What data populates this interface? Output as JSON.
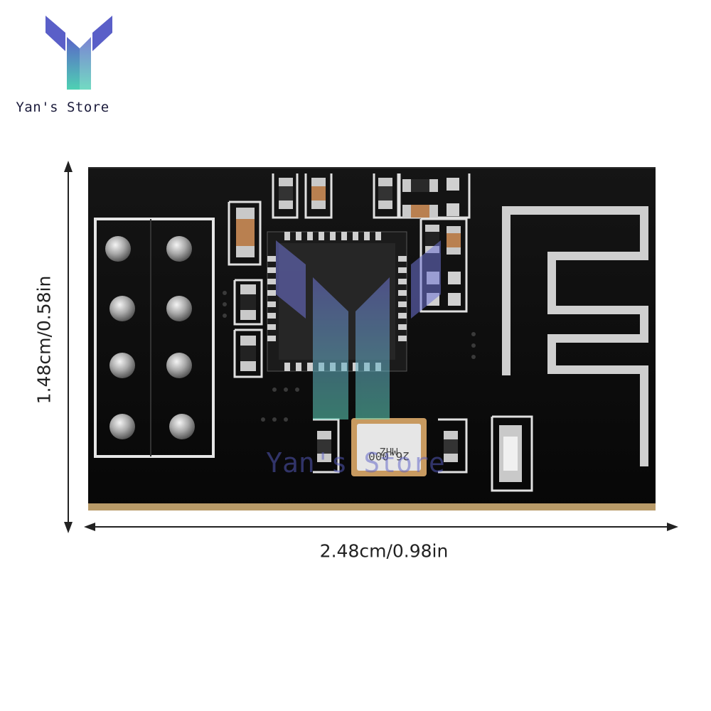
{
  "brand": {
    "store_name": "Yan's Store",
    "logo_icon": "y-logo-icon",
    "colors": {
      "logo_top": "#5a5fc8",
      "logo_stem": "#4ec9b0",
      "board": "#0c0c0c",
      "trace": "#d8d8d8"
    }
  },
  "dimensions": {
    "height": "1.48cm/0.58in",
    "width": "2.48cm/0.98in"
  },
  "crystal": {
    "line1": "26.000",
    "line2": "MHZ"
  },
  "watermark": {
    "text": "Yan's Store"
  }
}
